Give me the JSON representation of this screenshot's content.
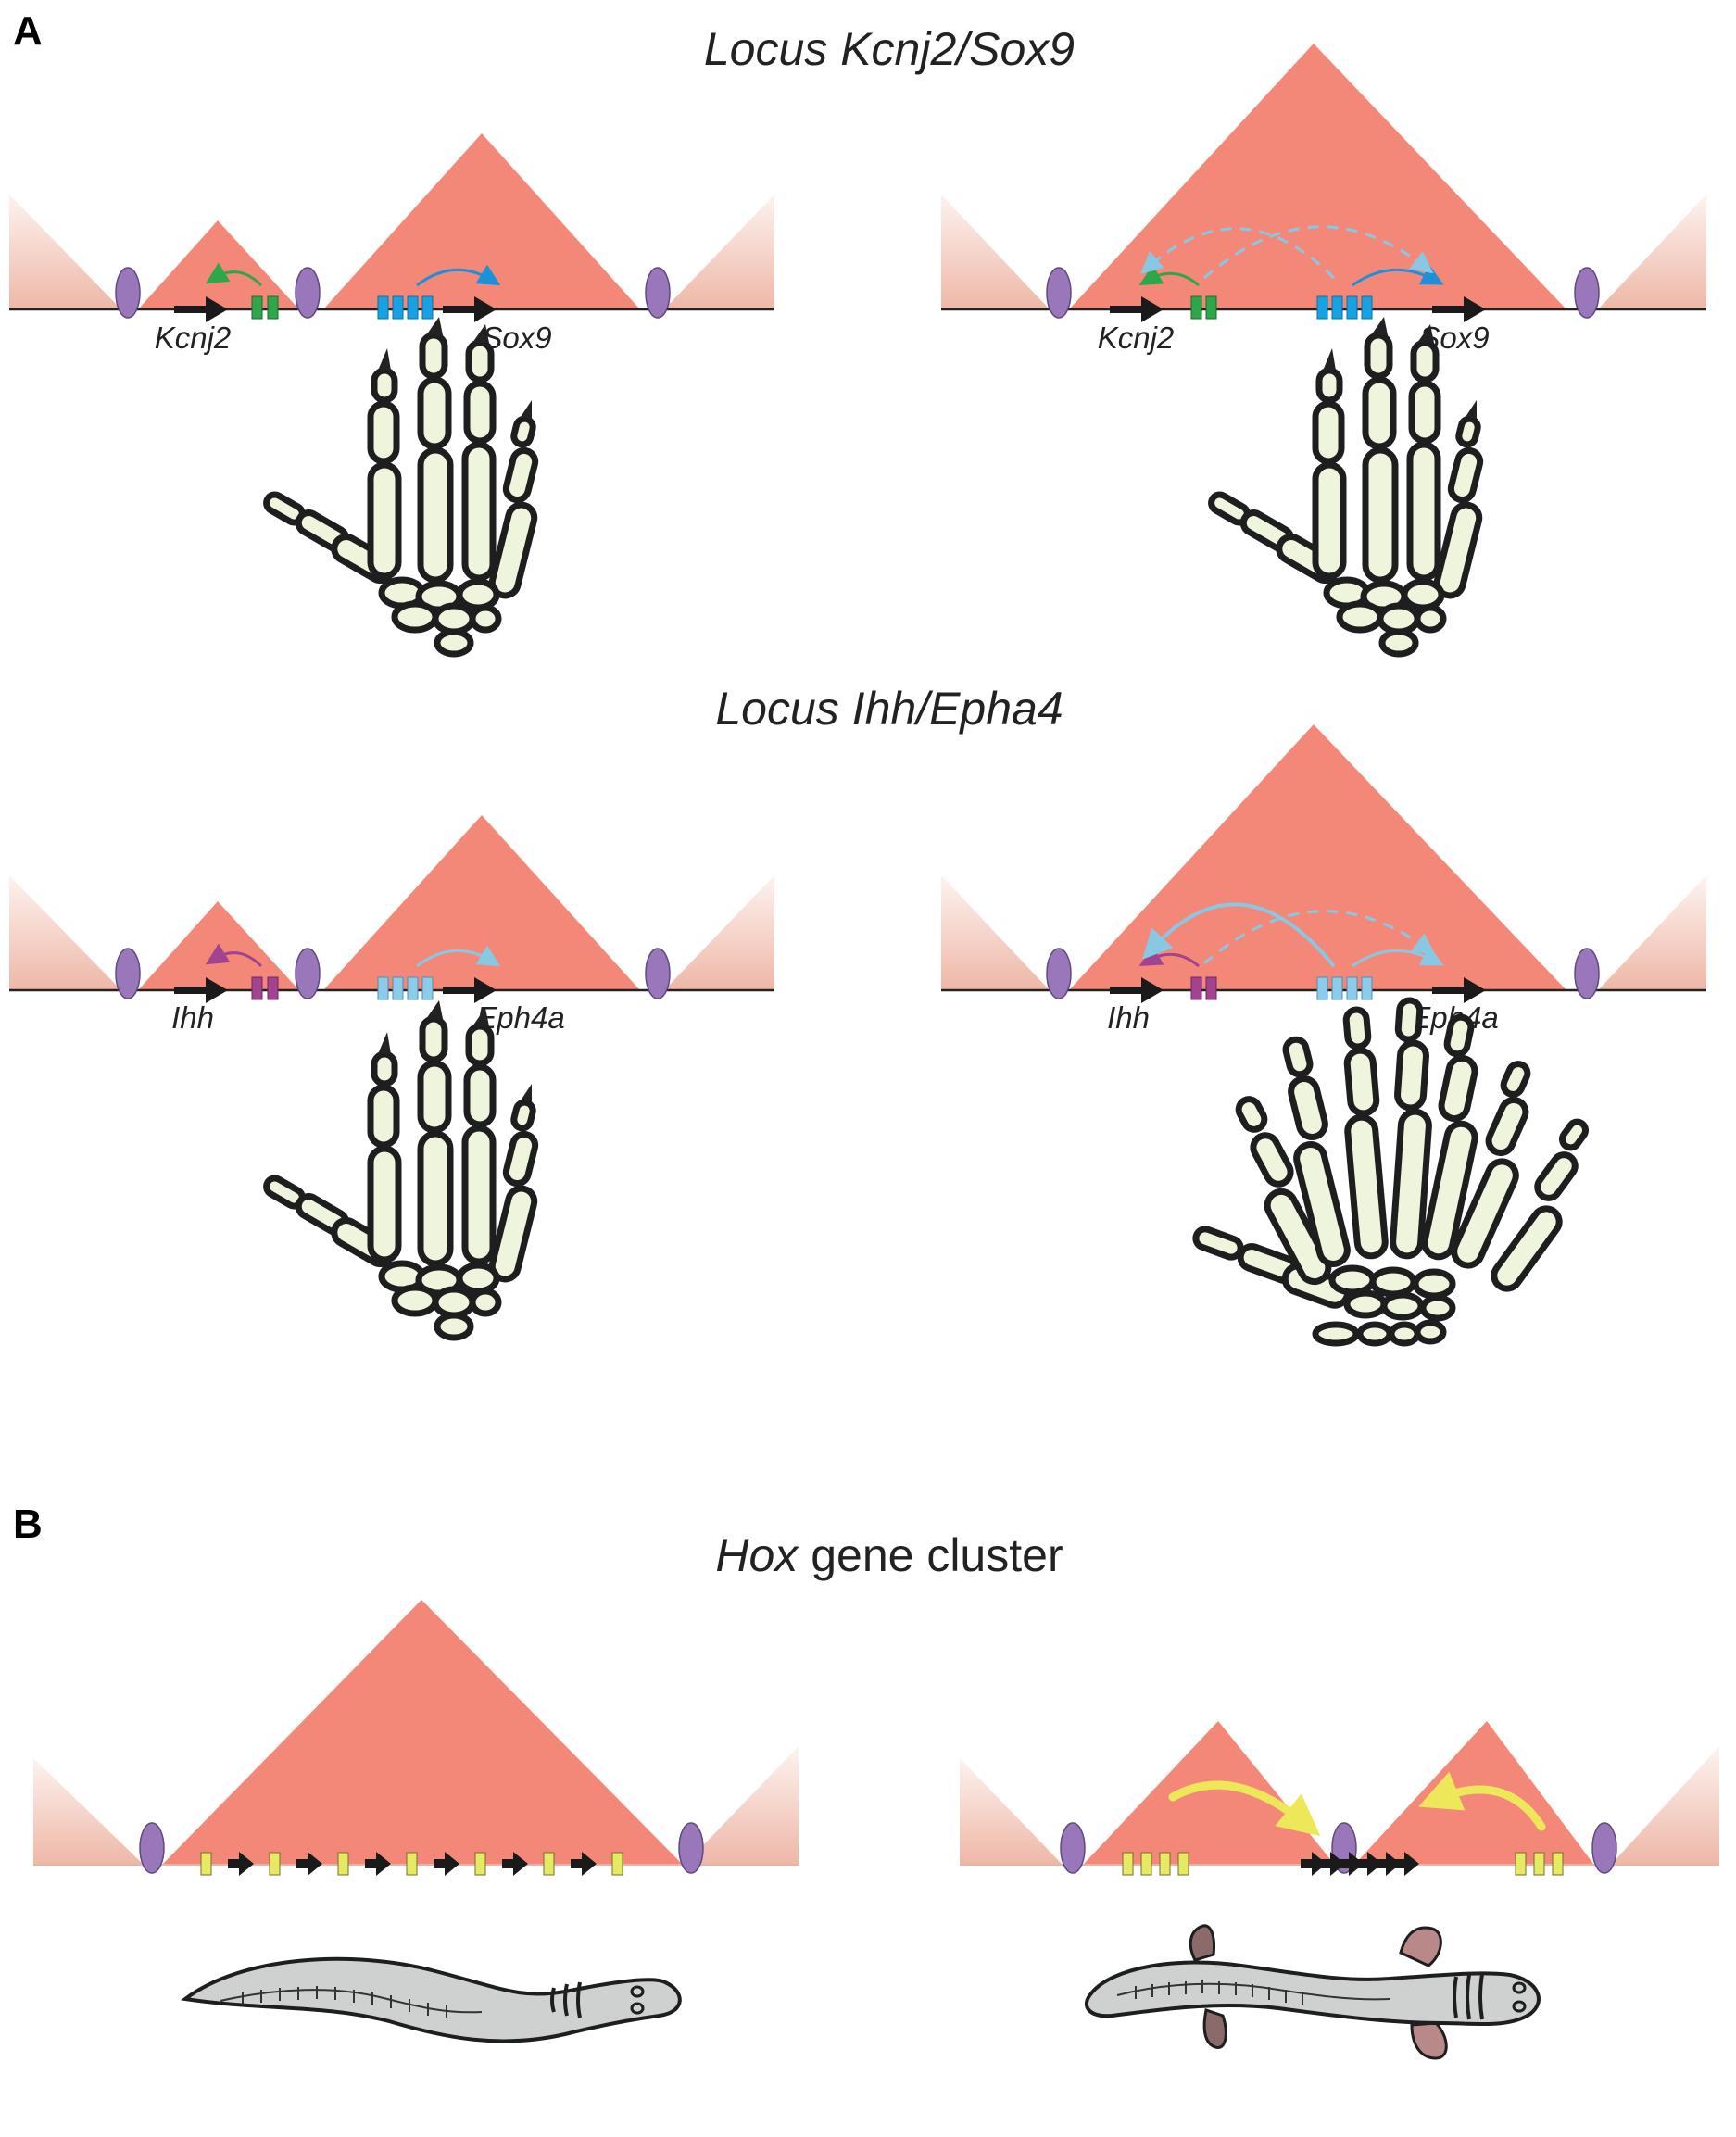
{
  "panel_a": {
    "letter": "A",
    "locus1": {
      "title_prefix": "Locus ",
      "title_genes": "Kcnj2/Sox9",
      "normal": {
        "gene_left": "Kcnj2",
        "gene_right": "Sox9"
      },
      "fused": {
        "gene_left": "Kcnj2",
        "gene_right": "Sox9"
      }
    },
    "locus2": {
      "title_prefix": "Locus ",
      "title_genes": "Ihh/Epha4",
      "normal": {
        "gene_left": "Ihh",
        "gene_right": "Eph4a"
      },
      "fused": {
        "gene_left": "Ihh",
        "gene_right": "Eph4a"
      }
    }
  },
  "panel_b": {
    "letter": "B",
    "title_italic": "Hox",
    "title_rest": " gene cluster"
  },
  "colors": {
    "tad": "#f48878",
    "flank_tad": "#f2c4b6",
    "ctcf": "#9a76ba",
    "enhancer_kcnj2": "#2fa64a",
    "enhancer_sox9": "#17a3e3",
    "enhancer_ihh": "#a2438f",
    "enhancer_epha4": "#8ccbe9",
    "enhancer_hox": "#e6ea63",
    "arrow_yellow": "#ede85a",
    "limb_bone": "#eef5dc",
    "body": "#cfd0d0"
  },
  "icons": [
    "gene-arrow-icon",
    "ctcf-boundary-icon",
    "enhancer-icon",
    "limb-skeleton-icon",
    "axolotl-icon",
    "snake-icon"
  ]
}
